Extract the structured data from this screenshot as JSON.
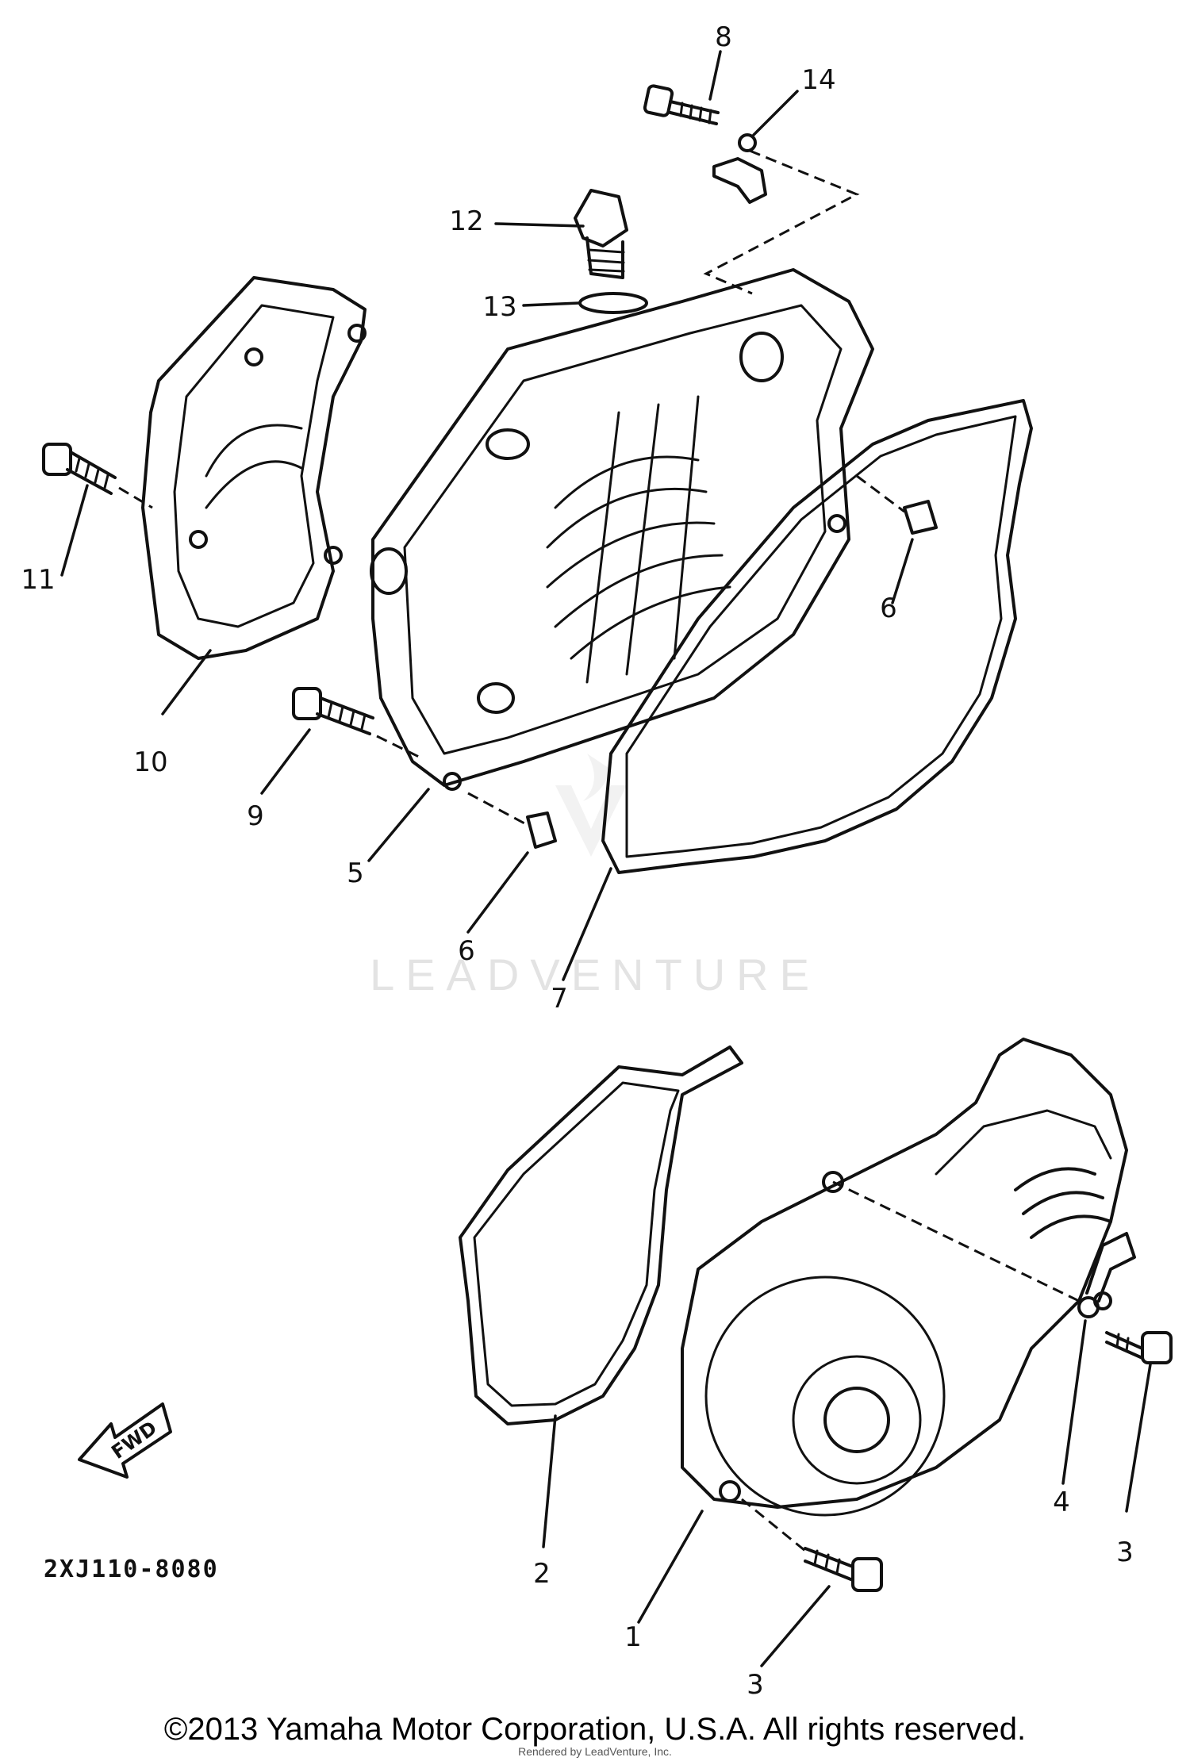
{
  "diagram": {
    "part_labels": [
      "1",
      "2",
      "3",
      "3",
      "4",
      "5",
      "6",
      "6",
      "7",
      "8",
      "9",
      "10",
      "11",
      "12",
      "13",
      "14"
    ],
    "drawing_code": "2XJ110-8080",
    "fwd_arrow_label": "FWD",
    "watermark": "LEADVENTURE",
    "copyright": "©2013 Yamaha Motor Corporation, U.S.A. All rights reserved.",
    "rendered_by": "Rendered by LeadVenture, Inc."
  }
}
